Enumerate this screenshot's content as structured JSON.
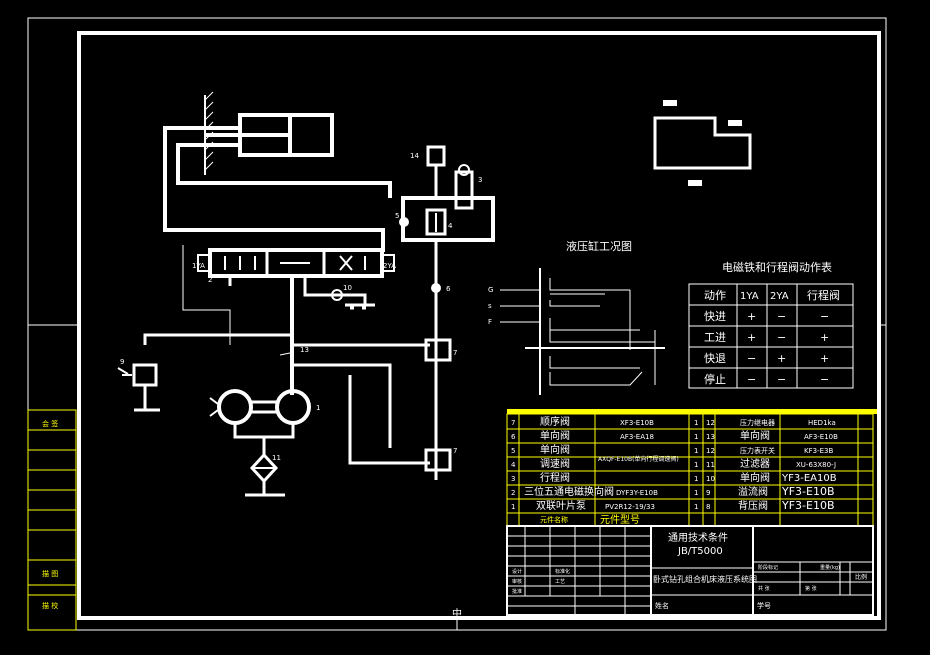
{
  "colors": {
    "background": "#000000",
    "frame": "#ffffff",
    "title_block": "#ffff00"
  },
  "side_labels": {
    "top": "会 签",
    "middle": "描 图",
    "bottom": "描 校"
  },
  "pump_label": "1",
  "bottom_mark": "中",
  "working_chart": {
    "title": "液压缸工况图"
  },
  "action_table": {
    "title": "电磁铁和行程阀动作表",
    "headers": [
      "动作",
      "1YA",
      "2YA",
      "行程阀"
    ],
    "rows": [
      [
        "快进",
        "+",
        "−",
        "−"
      ],
      [
        "工进",
        "+",
        "−",
        "+"
      ],
      [
        "快退",
        "−",
        "+",
        "+"
      ],
      [
        "停止",
        "−",
        "−",
        "−"
      ]
    ]
  },
  "parts_list": {
    "left": [
      {
        "no": "7",
        "name": "顺序阀",
        "model": "XF3-E10B",
        "qty": "1"
      },
      {
        "no": "6",
        "name": "单向阀",
        "model": "AF3-EA18",
        "qty": "1"
      },
      {
        "no": "5",
        "name": "单向阀",
        "model": "",
        "qty": "1"
      },
      {
        "no": "4",
        "name": "调速阀",
        "model": "AXQF-E10B(单向行程调速阀)",
        "qty": "1"
      },
      {
        "no": "3",
        "name": "行程阀",
        "model": "",
        "qty": "1"
      },
      {
        "no": "2",
        "name": "三位五通电磁换向阀",
        "model": "DYF3Y-E10B",
        "qty": "1"
      },
      {
        "no": "1",
        "name": "双联叶片泵",
        "model": "PV2R12-19/33",
        "qty": "1"
      }
    ],
    "right": [
      {
        "no": "12",
        "name": "压力继电器",
        "model": "HED1ka",
        "qty": ""
      },
      {
        "no": "13",
        "name": "单向阀",
        "model": "AF3-E10B",
        "qty": ""
      },
      {
        "no": "12",
        "name": "压力表开关",
        "model": "KF3-E3B",
        "qty": ""
      },
      {
        "no": "11",
        "name": "过滤器",
        "model": "XU-63X80-J",
        "qty": ""
      },
      {
        "no": "10",
        "name": "单向阀",
        "model": "YF3-EA10B",
        "qty": ""
      },
      {
        "no": "9",
        "name": "溢流阀",
        "model": "YF3-E10B",
        "qty": ""
      },
      {
        "no": "8",
        "name": "背压阀",
        "model": "YF3-E10B",
        "qty": ""
      }
    ],
    "footer_left": "元件名称",
    "footer_model": "元件型号"
  },
  "title_block": {
    "standard_line1": "通用技术条件",
    "standard_line2": "JB/T5000",
    "drawing_title": "卧式钻孔组合机床液压系统图",
    "name_label": "姓名",
    "number_label": "学号",
    "weight_label": "重量(kg)",
    "scale_label": "比例",
    "stage_label": "阶段标记",
    "sheet_label": "共 张",
    "sheet2_label": "第 张",
    "design_label": "设计",
    "review_label": "审核",
    "process_label": "工艺",
    "approve_label": "批准",
    "standardize_label": "标准化"
  }
}
